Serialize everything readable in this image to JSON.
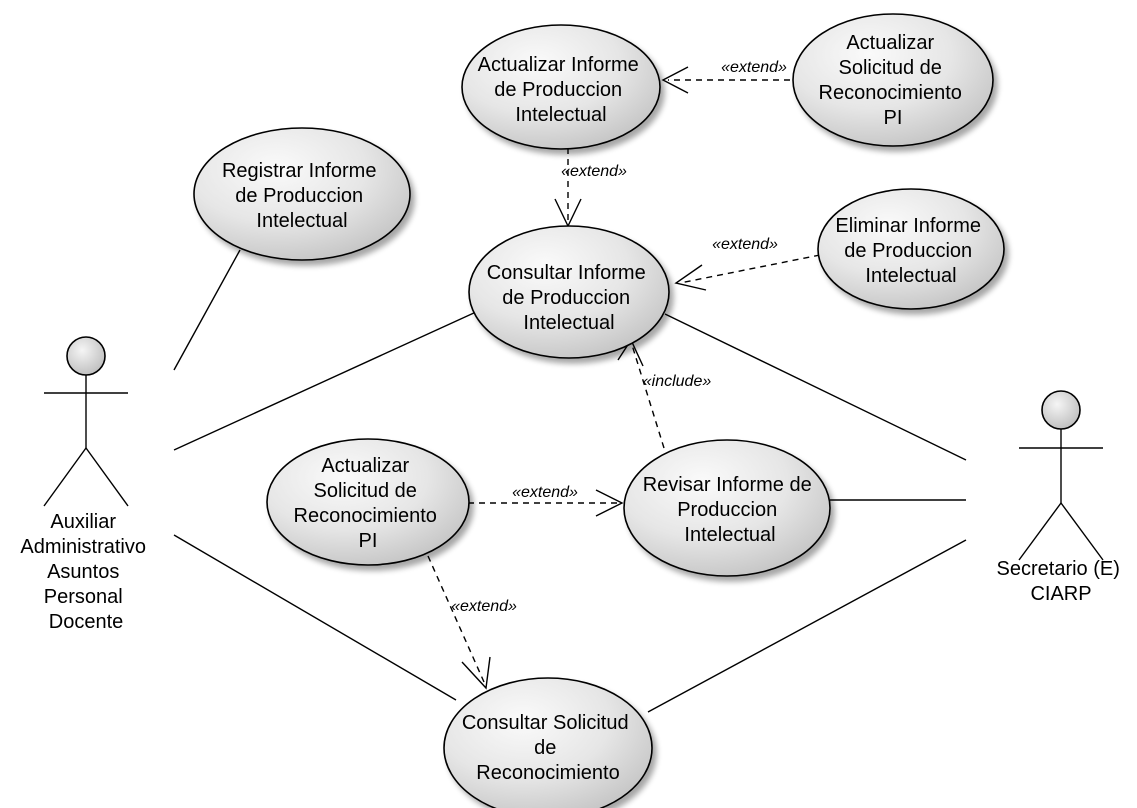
{
  "diagram": {
    "actors": [
      {
        "id": "auxiliar",
        "label_lines": [
          "Auxiliar",
          "Administrativo",
          "Asuntos",
          "Personal",
          "Docente"
        ]
      },
      {
        "id": "secretario",
        "label_lines": [
          "Secretario (E)",
          "CIARP"
        ]
      }
    ],
    "use_cases": [
      {
        "id": "actualizar-informe",
        "label_lines": [
          "Actualizar Informe",
          "de Produccion",
          "Intelectual"
        ]
      },
      {
        "id": "actualizar-solicitud-top",
        "label_lines": [
          "Actualizar",
          "Solicitud de",
          "Reconocimiento",
          "PI"
        ]
      },
      {
        "id": "registrar-informe",
        "label_lines": [
          "Registrar Informe",
          "de Produccion",
          "Intelectual"
        ]
      },
      {
        "id": "consultar-informe",
        "label_lines": [
          "Consultar Informe",
          "de Produccion",
          "Intelectual"
        ]
      },
      {
        "id": "eliminar-informe",
        "label_lines": [
          "Eliminar Informe",
          "de Produccion",
          "Intelectual"
        ]
      },
      {
        "id": "actualizar-solicitud-mid",
        "label_lines": [
          "Actualizar",
          "Solicitud de",
          "Reconocimiento",
          "PI"
        ]
      },
      {
        "id": "revisar-informe",
        "label_lines": [
          "Revisar Informe de",
          "Produccion",
          "Intelectual"
        ]
      },
      {
        "id": "consultar-solicitud",
        "label_lines": [
          "Consultar Solicitud",
          "de",
          "Reconocimiento"
        ]
      }
    ],
    "relationships": [
      {
        "id": "rel-1",
        "type": "extend",
        "label": "«extend»",
        "from": "actualizar-solicitud-top",
        "to": "actualizar-informe"
      },
      {
        "id": "rel-2",
        "type": "extend",
        "label": "«extend»",
        "from": "actualizar-informe",
        "to": "consultar-informe"
      },
      {
        "id": "rel-3",
        "type": "extend",
        "label": "«extend»",
        "from": "eliminar-informe",
        "to": "consultar-informe"
      },
      {
        "id": "rel-4",
        "type": "include",
        "label": "«include»",
        "from": "revisar-informe",
        "to": "consultar-informe"
      },
      {
        "id": "rel-5",
        "type": "extend",
        "label": "«extend»",
        "from": "actualizar-solicitud-mid",
        "to": "revisar-informe"
      },
      {
        "id": "rel-6",
        "type": "extend",
        "label": "«extend»",
        "from": "actualizar-solicitud-mid",
        "to": "consultar-solicitud"
      }
    ]
  }
}
